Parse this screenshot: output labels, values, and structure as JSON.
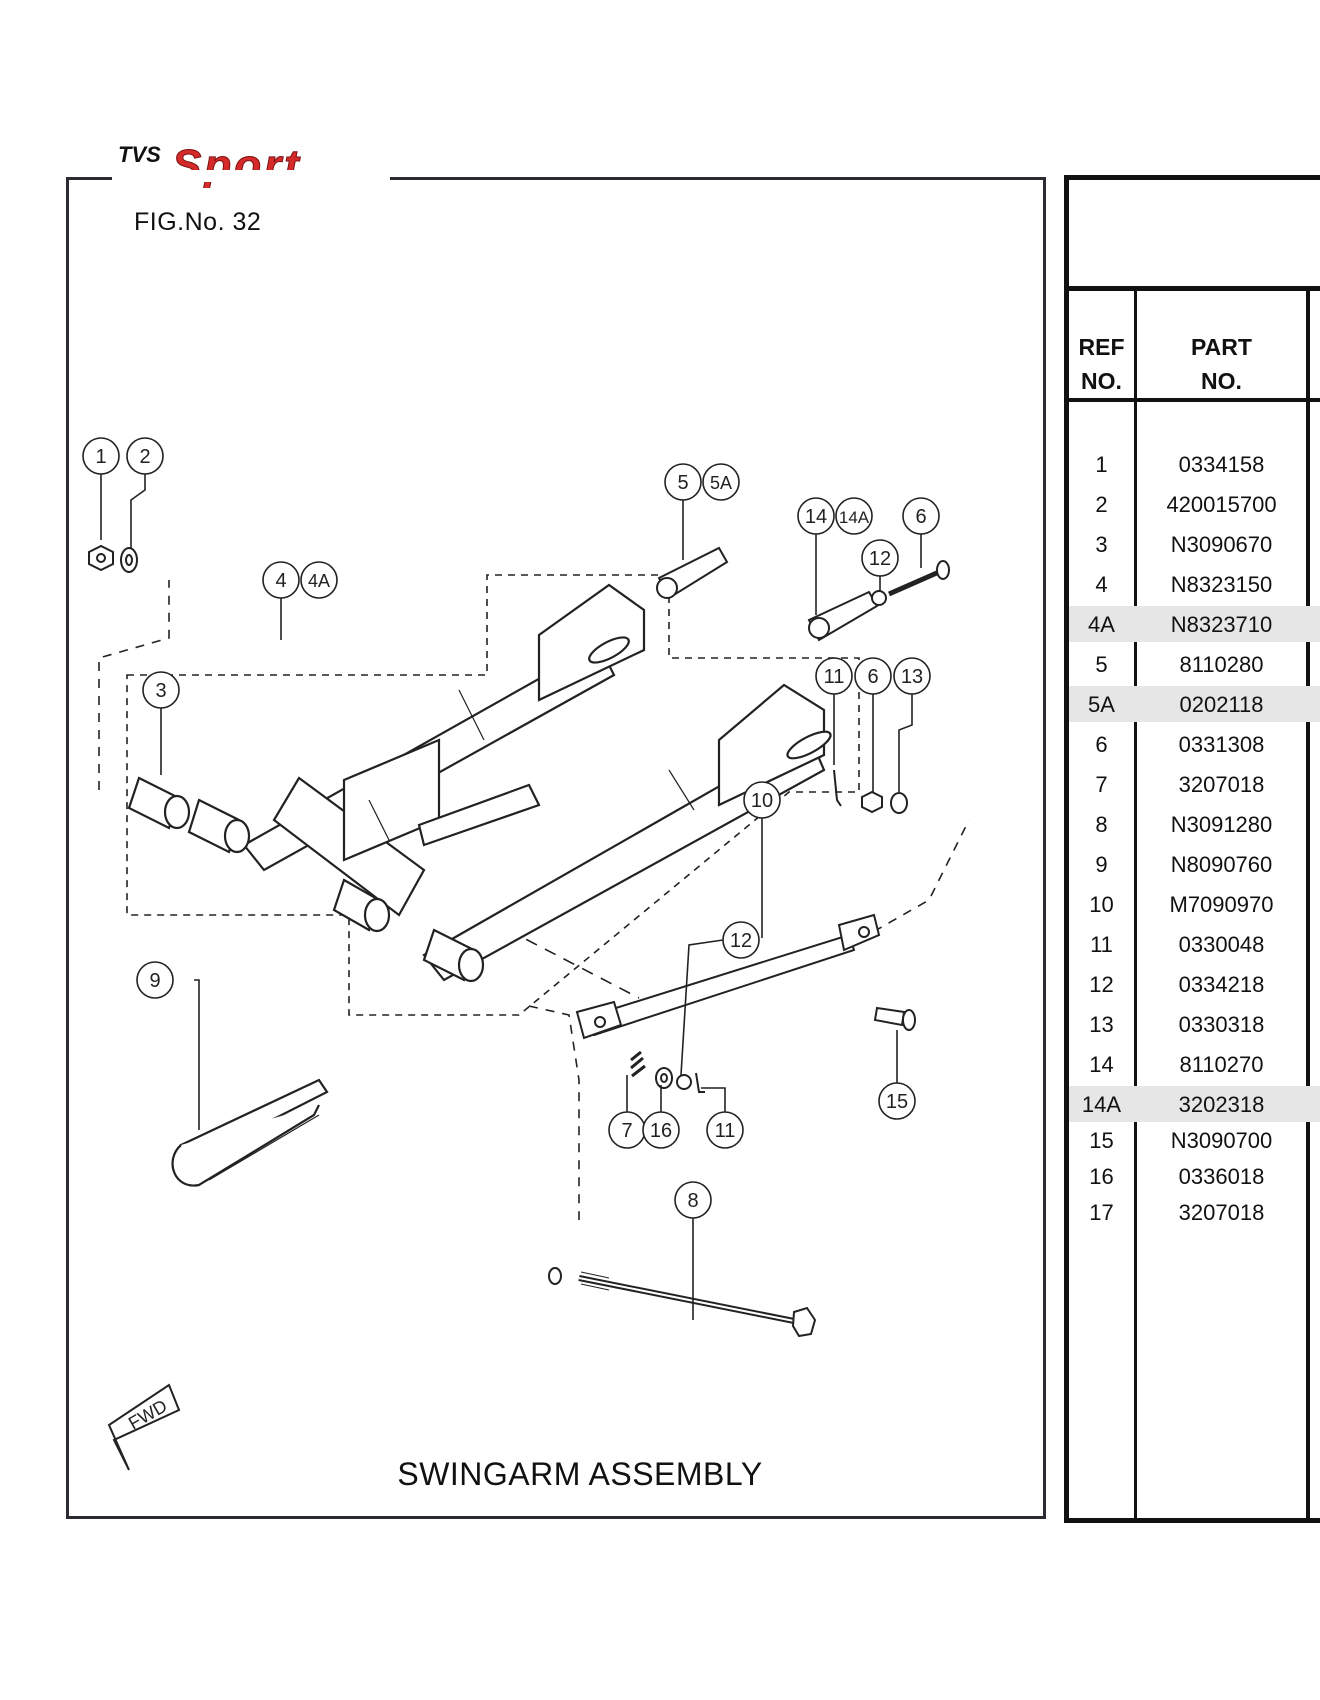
{
  "header": {
    "logo_small": "TVS",
    "logo_large": "Sport"
  },
  "figure": {
    "fig_no": "FIG.No. 32",
    "title": "SWINGARM ASSEMBLY",
    "fwd_label": "FWD",
    "callouts": [
      "1",
      "2",
      "3",
      "4",
      "4A",
      "5",
      "5A",
      "6",
      "7",
      "8",
      "9",
      "10",
      "11",
      "12",
      "13",
      "14",
      "14A",
      "15",
      "16"
    ]
  },
  "table": {
    "header_ref": "REF\nNO.",
    "header_ref_1": "REF",
    "header_ref_2": "NO.",
    "header_part_1": "PART",
    "header_part_2": "NO.",
    "rows": [
      {
        "ref": "1",
        "part": "0334158",
        "highlight": false
      },
      {
        "ref": "2",
        "part": "420015700",
        "highlight": false
      },
      {
        "ref": "3",
        "part": "N3090670",
        "highlight": false
      },
      {
        "ref": "4",
        "part": "N8323150",
        "highlight": false
      },
      {
        "ref": "4A",
        "part": "N8323710",
        "highlight": true
      },
      {
        "ref": "5",
        "part": "8110280",
        "highlight": false
      },
      {
        "ref": "5A",
        "part": "0202118",
        "highlight": true
      },
      {
        "ref": "6",
        "part": "0331308",
        "highlight": false
      },
      {
        "ref": "7",
        "part": "3207018",
        "highlight": false
      },
      {
        "ref": "8",
        "part": "N3091280",
        "highlight": false
      },
      {
        "ref": "9",
        "part": "N8090760",
        "highlight": false
      },
      {
        "ref": "10",
        "part": "M7090970",
        "highlight": false
      },
      {
        "ref": "11",
        "part": "0330048",
        "highlight": false
      },
      {
        "ref": "12",
        "part": "0334218",
        "highlight": false
      },
      {
        "ref": "13",
        "part": "0330318",
        "highlight": false
      },
      {
        "ref": "14",
        "part": "8110270",
        "highlight": false
      },
      {
        "ref": "14A",
        "part": "3202318",
        "highlight": true
      },
      {
        "ref": "15",
        "part": "N3090700",
        "highlight": false
      },
      {
        "ref": "16",
        "part": "0336018",
        "highlight": false
      },
      {
        "ref": "17",
        "part": "3207018",
        "highlight": false
      }
    ]
  },
  "colors": {
    "brand_red": "#d42a2a",
    "frame": "#2b2b33",
    "highlight": "#e6e6e6"
  }
}
